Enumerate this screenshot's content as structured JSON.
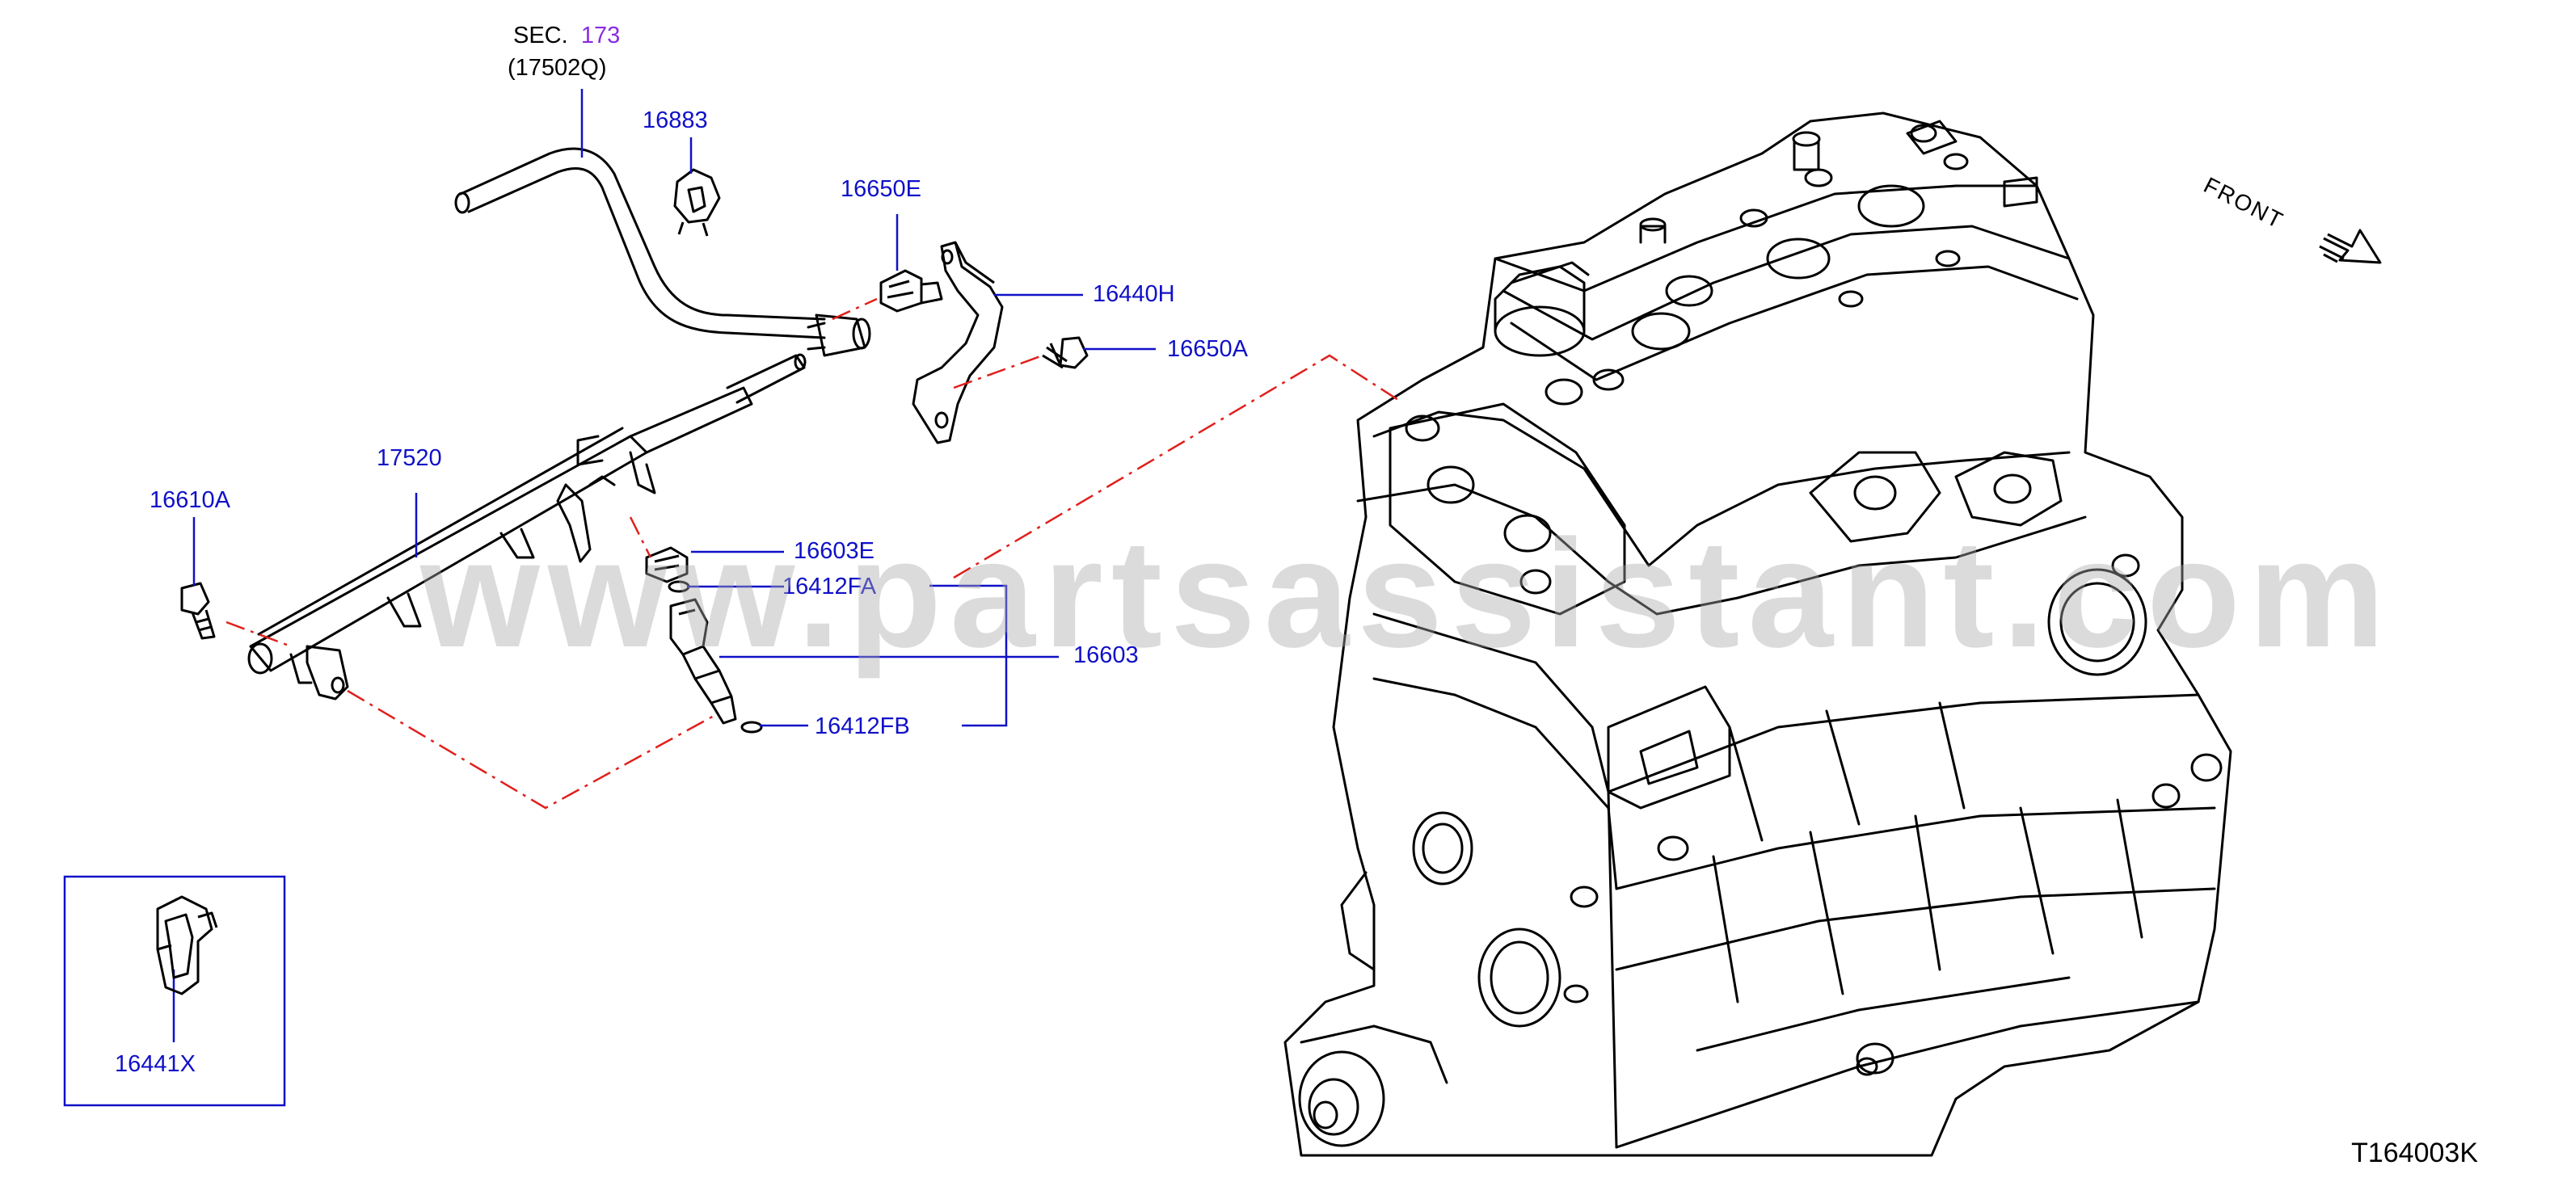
{
  "diagram": {
    "section": {
      "prefix": "SEC.",
      "number": "173",
      "sub_ref": "(17502Q)"
    },
    "parts": [
      {
        "id": "p16883",
        "number": "16883"
      },
      {
        "id": "p16650E",
        "number": "16650E"
      },
      {
        "id": "p16440H",
        "number": "16440H"
      },
      {
        "id": "p16650A",
        "number": "16650A"
      },
      {
        "id": "p17520",
        "number": "17520"
      },
      {
        "id": "p16610A",
        "number": "16610A"
      },
      {
        "id": "p16603E",
        "number": "16603E"
      },
      {
        "id": "p16412FA",
        "number": "16412FA"
      },
      {
        "id": "p16603",
        "number": "16603"
      },
      {
        "id": "p16412FB",
        "number": "16412FB"
      },
      {
        "id": "p16441X",
        "number": "16441X"
      }
    ],
    "front_label": "FRONT",
    "drawing_code": "T164003K",
    "watermark": "www.partsassistant.com",
    "colors": {
      "callout": "#1010c8",
      "line_art": "#000000",
      "section_number": "#8a2be2",
      "dashed": "#e0201c"
    }
  }
}
